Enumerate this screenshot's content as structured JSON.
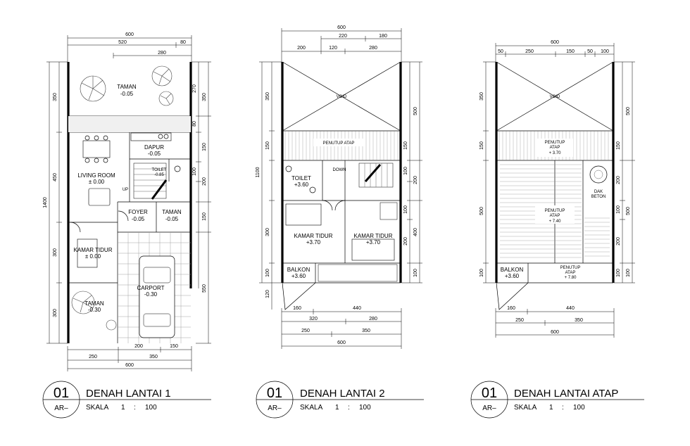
{
  "plans": [
    {
      "title": "DENAH LANTAI 1",
      "number": "01",
      "code": "AR–",
      "scale_label": "SKALA",
      "scale_a": "1",
      "scale_sep": ":",
      "scale_b": "100",
      "rooms": {
        "taman_top": "TAMAN",
        "taman_top_level": "-0.05",
        "dapur": "DAPUR",
        "dapur_level": "-0.05",
        "toilet": "TOILET",
        "toilet_level": "-0.85",
        "living": "LIVING ROOM",
        "living_level": "± 0.00",
        "foyer": "FOYER",
        "foyer_level": "-0.05",
        "taman_mid": "TAMAN",
        "taman_mid_level": "-0.05",
        "kamar": "KAMAR TIDUR",
        "kamar_level": "± 0.00",
        "carport": "CARPORT",
        "carport_level": "-0.30",
        "taman_bot": "TAMAN",
        "taman_bot_level": "-0.30",
        "up": "UP"
      },
      "dims_top": [
        "600",
        "520",
        "80",
        "280"
      ],
      "dims_left": [
        "1400",
        "350",
        "450",
        "300",
        "300"
      ],
      "dims_right": [
        "350",
        "270",
        "80",
        "150",
        "100",
        "200",
        "150",
        "550"
      ],
      "dims_bottom": [
        "200",
        "150",
        "250",
        "350",
        "600"
      ]
    },
    {
      "title": "DENAH LANTAI 2",
      "number": "01",
      "code": "AR–",
      "scale_label": "SKALA",
      "scale_a": "1",
      "scale_sep": ":",
      "scale_b": "100",
      "rooms": {
        "void": "VOID",
        "penutup": "PENUTUP ATAP",
        "toilet": "TOILET",
        "toilet_level": "+3.60",
        "down": "DOWN",
        "kamar1": "KAMAR TIDUR",
        "kamar1_level": "+3.70",
        "kamar2": "KAMAR TIDUR",
        "kamar2_level": "+3.70",
        "balkon": "BALKON",
        "balkon_level": "+3.60"
      },
      "dims_top": [
        "600",
        "220",
        "180",
        "200",
        "120",
        "280"
      ],
      "dims_left": [
        "1100",
        "350",
        "150",
        "300",
        "100",
        "120"
      ],
      "dims_right": [
        "500",
        "150",
        "100",
        "200",
        "100",
        "400",
        "200",
        "100"
      ],
      "dims_bottom": [
        "160",
        "440",
        "320",
        "280",
        "250",
        "350",
        "600"
      ]
    },
    {
      "title": "DENAH LANTAI ATAP",
      "number": "01",
      "code": "AR–",
      "scale_label": "SKALA",
      "scale_a": "1",
      "scale_sep": ":",
      "scale_b": "100",
      "rooms": {
        "void": "VOID",
        "penutup1": "PENUTUP",
        "penutup1b": "ATAP",
        "penutup1_level": "+ 3.70",
        "dak": "DAK",
        "dak_b": "BETON",
        "penutup2": "PENUTUP",
        "penutup2b": "ATAP",
        "penutup2_level": "+ 7.40",
        "balkon": "BALKON",
        "balkon_level": "+3.60",
        "penutup3": "PENUTUP",
        "penutup3b": "ATAP",
        "penutup3_level": "+ 7.80"
      },
      "dims_top": [
        "600",
        "50",
        "250",
        "150",
        "50",
        "100"
      ],
      "dims_left": [
        "350",
        "150",
        "500",
        "100"
      ],
      "dims_right": [
        "500",
        "150",
        "200",
        "500",
        "100",
        "200",
        "100",
        "100"
      ],
      "dims_bottom": [
        "160",
        "440",
        "250",
        "350",
        "600"
      ]
    }
  ]
}
